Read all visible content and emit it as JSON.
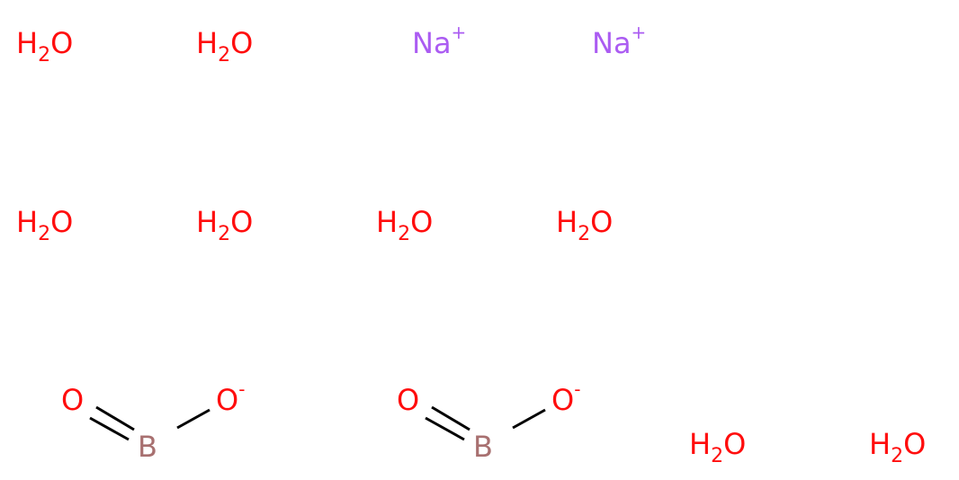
{
  "colors": {
    "oxygen": "#ff0d0d",
    "sodium": "#ab5cf2",
    "boron": "#a87070",
    "bond": "#000000"
  },
  "water": {
    "label_h": "H",
    "label_sub": "2",
    "label_o": "O"
  },
  "sodium": {
    "label": "Na",
    "charge": "+"
  },
  "metaborate": {
    "oxygen": "O",
    "boron": "B",
    "anion_charge": "-"
  }
}
